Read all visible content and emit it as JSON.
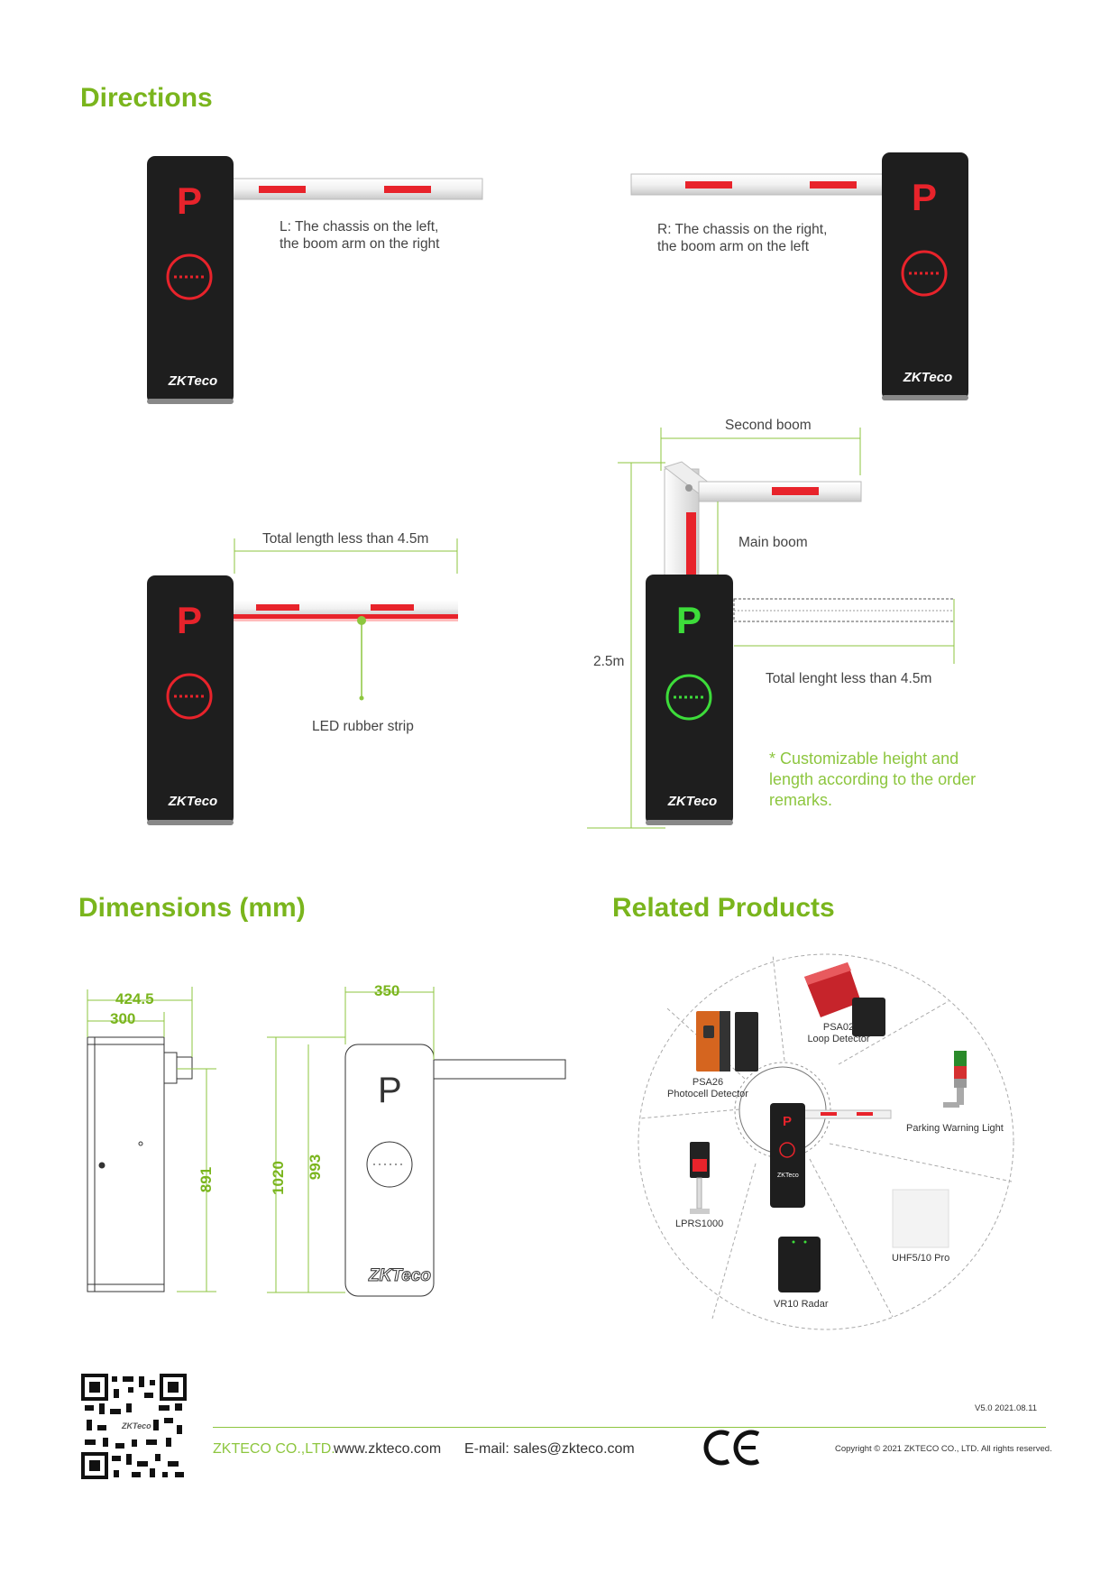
{
  "headings": {
    "directions": "Directions",
    "dimensions": "Dimensions (mm)",
    "related": "Related Products"
  },
  "directions": {
    "left_caption_1": "L: The chassis on the left,",
    "left_caption_2": "the boom arm on the right",
    "right_caption_1": "R: The chassis on the right,",
    "right_caption_2": "the boom arm on the left",
    "total_length": "Total length less than 4.5m",
    "led_strip": "LED rubber strip",
    "second_boom": "Second boom",
    "main_boom": "Main boom",
    "height": "2.5m",
    "total_length_2": "Total lenght less than 4.5m",
    "note": "* Customizable height and length according to the order remarks.",
    "chassis_letter": "P",
    "brand": "ZKTeco"
  },
  "dimensions": {
    "w1": "424.5",
    "w2": "300",
    "h1": "891",
    "front_w": "350",
    "h2": "1020",
    "h3": "993",
    "letter": "P",
    "brand": "ZKTeco"
  },
  "related_products": {
    "psa02_1": "PSA02",
    "psa02_2": "Loop Detector",
    "psa26_1": "PSA26",
    "psa26_2": "Photocell Detector",
    "warning_light": "Parking Warning Light",
    "lprs": "LPRS1000",
    "uhf": "UHF5/10 Pro",
    "vr10": "VR10 Radar",
    "brand_small": "ZKTeco"
  },
  "footer": {
    "version": "V5.0  2021.08.11",
    "company": "ZKTECO CO.,LTD.",
    "website": "www.zkteco.com",
    "email": "E-mail: sales@zkteco.com",
    "ce": "CE",
    "copyright": "Copyright © 2021 ZKTECO CO., LTD. All rights reserved.",
    "qr_brand": "ZKTeco"
  },
  "colors": {
    "accent_green": "#7ab51d",
    "light_green": "#8dc63f",
    "stop_red": "#e8232b",
    "go_green": "#3ddc3a",
    "cabinet": "#1e1e1e"
  }
}
